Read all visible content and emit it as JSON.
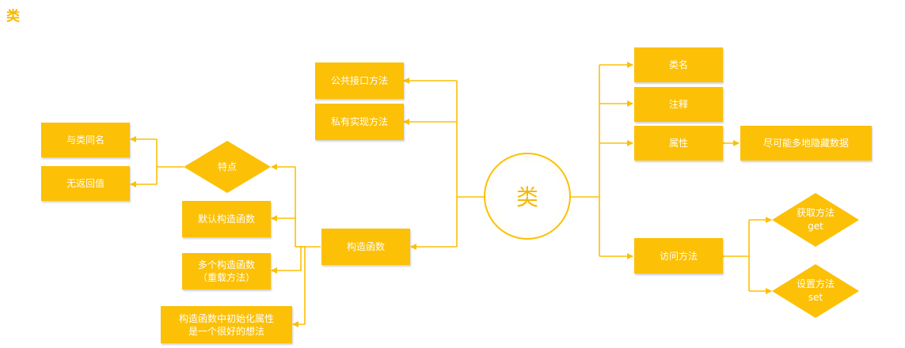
{
  "title": "类",
  "center": "类",
  "nodes": {
    "public_methods": "公共接口方法",
    "private_methods": "私有实现方法",
    "constructor": "构造函数",
    "features": "特点",
    "same_name": "与类同名",
    "no_return": "无返回值",
    "default_ctor": "默认构造函数",
    "multi_ctor_l1": "多个构造函数",
    "multi_ctor_l2": "（重载方法）",
    "init_attr_l1": "构造函数中初始化属性",
    "init_attr_l2": "是一个很好的想法",
    "class_name": "类名",
    "comment": "注释",
    "attribute": "属性",
    "hide_data": "尽可能多地隐藏数据",
    "accessor": "访问方法",
    "getter_l1": "获取方法",
    "getter_l2": "get",
    "setter_l1": "设置方法",
    "setter_l2": "set"
  },
  "colors": {
    "node": "#fcc006",
    "line": "#fcc006",
    "title": "#f5b800"
  }
}
